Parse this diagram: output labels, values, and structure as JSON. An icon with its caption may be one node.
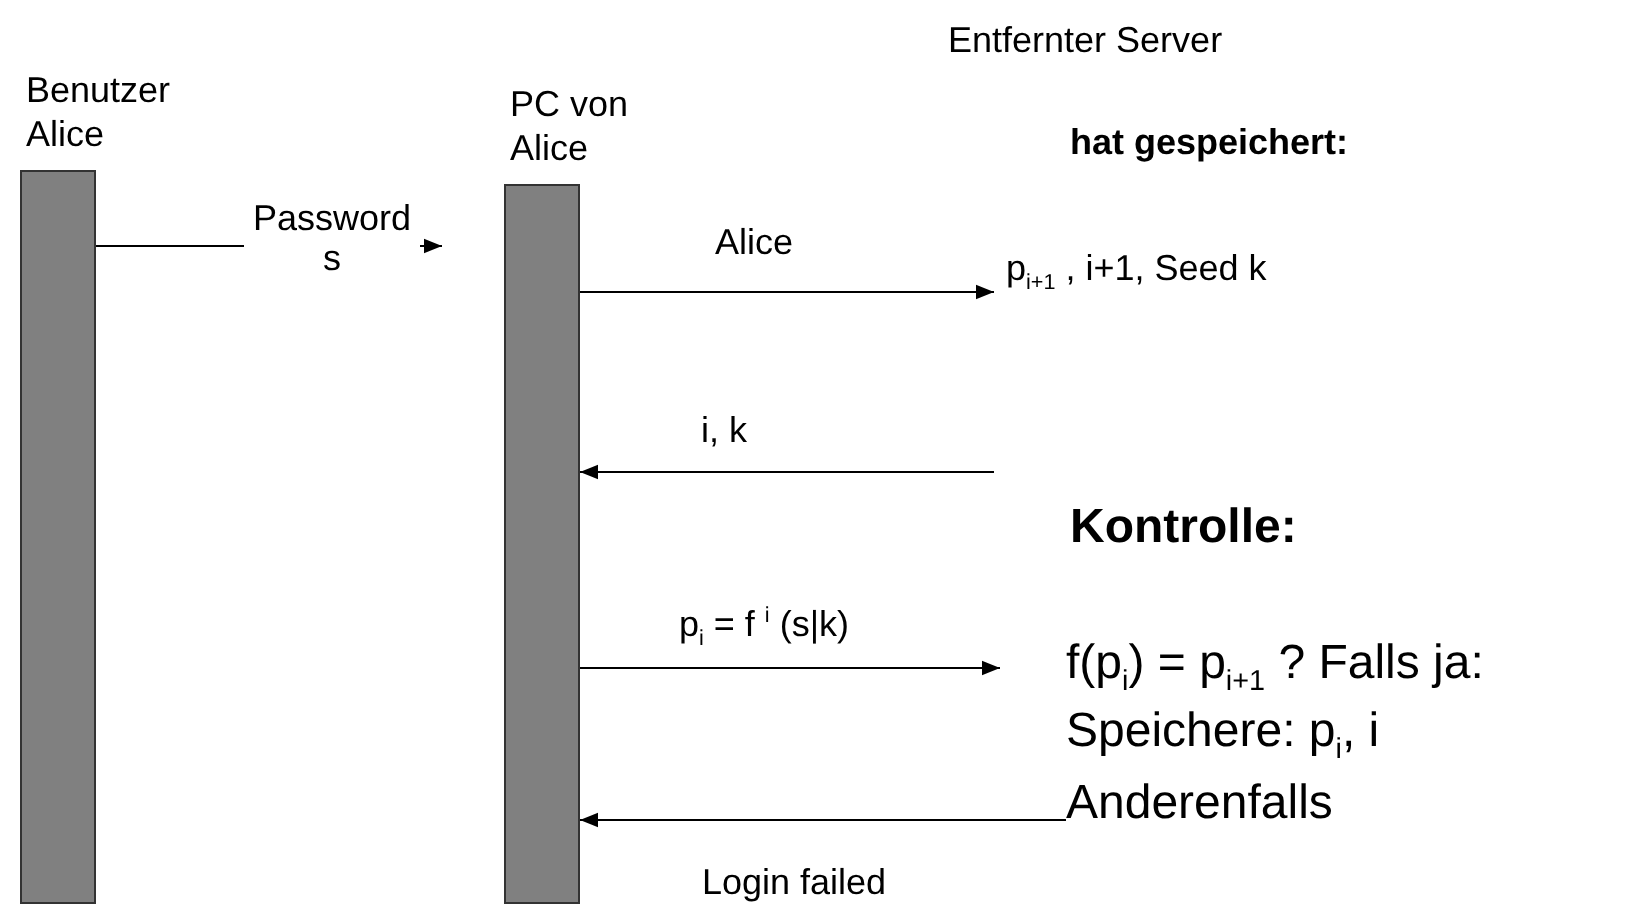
{
  "diagram": {
    "nodes": [
      {
        "text": [
          "Benutzer Alice"
        ]
      },
      {
        "text": [
          "PC von Alice"
        ]
      },
      {
        "text": [
          "p$_{i+1}$ , i+1, Seed k"
        ]
      },
      {
        "text": [
          "f(p$_{i}$) = p$_{i+1}$ ? Falls ja:"
        ]
      },
      {
        "text": [
          "Anderenfalls"
        ]
      }
    ],
    "edges": [
      {
        "from": 0,
        "to": 1,
        "arrow": "to",
        "label": "Password s"
      },
      {
        "from": 1,
        "to": 2,
        "arrow": "to",
        "label": "Alice"
      },
      {
        "from": null,
        "to": 1,
        "arrow": "to",
        "label": "i, k"
      },
      {
        "from": 1,
        "to": 3,
        "arrow": "to",
        "label": "p$_{i}$ = f $^{i}$ (s|k)"
      },
      {
        "from": 4,
        "to": 1,
        "arrow": "to",
        "label": "Login failed"
      }
    ],
    "labels": [
      "Entfernter Server",
      "hat gespeichert:",
      "Kontrolle:",
      "Speichere: p$_{i}$, i"
    ]
  }
}
